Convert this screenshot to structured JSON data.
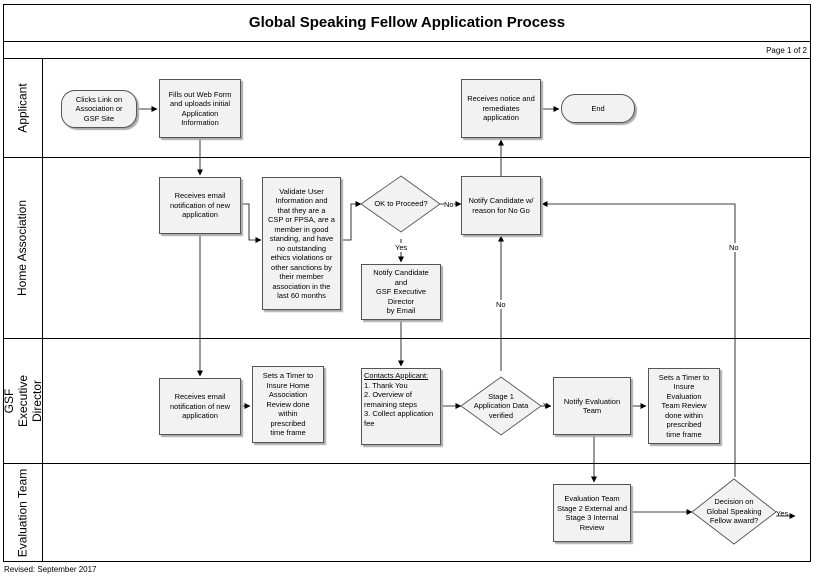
{
  "title": "Global Speaking Fellow Application Process",
  "page": "Page 1 of 2",
  "footer": "Revised: September 2017",
  "lanes": [
    {
      "label": "Applicant"
    },
    {
      "label": "Home Association"
    },
    {
      "label": "GSF Executive\nDirector"
    },
    {
      "label": "Evaluation Team"
    }
  ],
  "nodes": {
    "clicks_link": "Clicks Link on\nAssociation or\nGSF Site",
    "fills_form": "Fills out Web Form\nand uploads initial\nApplication\nInformation",
    "receives_notice": "Receives notice and\nremediates\napplication",
    "end": "End",
    "ha_receives_email": "Receives email\nnotification of new\napplication",
    "validate_user": "Validate User\nInformation and\nthat they are a\nCSP or FPSA, are a\nmember in good\nstanding, and have\nno outstanding\nethics violations or\nother sanctions by\ntheir member\nassociation in the\nlast 60 months",
    "ok_to_proceed": "OK to Proceed?",
    "notify_candidate_nogo": "Notify Candidate w/\nreason for No Go",
    "notify_candidate_email": "Notify Candidate\nand\nGSF Executive\nDirector\nby Email",
    "gsf_receives_email": "Receives email\nnotification of new\napplication",
    "sets_timer_home": "Sets a Timer to\nInsure Home\nAssociation\nReview done\nwithin\nprescribed\ntime frame",
    "contacts_applicant_title": "Contacts Applicant:",
    "contacts_applicant_body": "1. Thank You\n2. Overview of\nremaining steps\n3. Collect application\nfee",
    "stage1": "Stage 1\nApplication Data\nverified",
    "notify_eval_team": "Notify Evaluation\nTeam",
    "sets_timer_eval": "Sets a Timer to\nInsure\nEvaluation\nTeam Review\ndone within\nprescribed\ntime frame",
    "eval_stage23": "Evaluation Team\nStage 2 External and\nStage 3 Internal\nReview",
    "decision": "Decision on\nGlobal Speaking\nFellow award?"
  },
  "edge_labels": {
    "no_ok": "No",
    "yes_ok": "Yes",
    "no_stage1": "No",
    "yes_stage1": "Y",
    "no_decision": "No",
    "yes_decision": "Yes"
  }
}
